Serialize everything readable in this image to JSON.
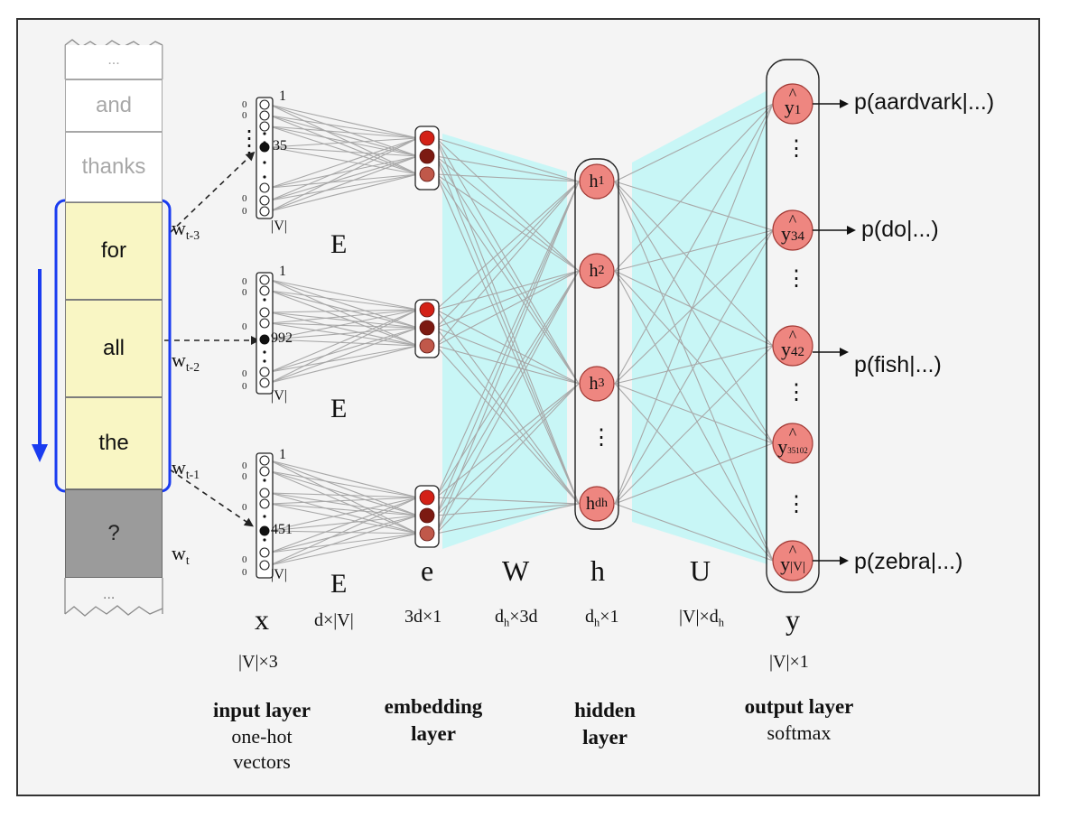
{
  "window_tokens": {
    "above": [
      "...",
      "and",
      "thanks"
    ],
    "context": [
      "for",
      "all",
      "the"
    ],
    "target": "?",
    "below": "..."
  },
  "positions": [
    {
      "base": "w",
      "sub": "t-3"
    },
    {
      "base": "w",
      "sub": "t-2"
    },
    {
      "base": "w",
      "sub": "t-1"
    },
    {
      "base": "w",
      "sub": "t"
    }
  ],
  "one_hot": [
    {
      "top_index": "1",
      "hot_index": "35",
      "size": "|V|",
      "matrix": "E"
    },
    {
      "top_index": "1",
      "hot_index": "992",
      "size": "|V|",
      "matrix": "E"
    },
    {
      "top_index": "1",
      "hot_index": "451",
      "size": "|V|",
      "matrix": "E"
    }
  ],
  "zero_digit": "0",
  "hidden_units": [
    {
      "base": "h",
      "sub": "1"
    },
    {
      "base": "h",
      "sub": "2"
    },
    {
      "base": "h",
      "sub": "3"
    },
    {
      "base": "h",
      "sub": "dh"
    }
  ],
  "vertical_dots": "⋮",
  "outputs": [
    {
      "base": "y",
      "hat": "^",
      "sub": "1",
      "prob": "p(aardvark|...)"
    },
    {
      "base": "y",
      "hat": "^",
      "sub": "34",
      "prob": "p(do|...)"
    },
    {
      "base": "y",
      "hat": "^",
      "sub": "42",
      "prob": "p(fish|...)"
    },
    {
      "base": "y",
      "hat": "^",
      "sub": "35102",
      "prob": ""
    },
    {
      "base": "y",
      "hat": "^",
      "sub": "|V|",
      "prob": "p(zebra|...)"
    }
  ],
  "symbols": {
    "x": "x",
    "e": "e",
    "W": "W",
    "h": "h",
    "U": "U",
    "y": "y"
  },
  "dims": {
    "x": "|V|×3",
    "E": "d×|V|",
    "e": "3d×1",
    "W_base": "d",
    "W_sub": "h",
    "W_rest": "×3d",
    "h_base": "d",
    "h_sub": "h",
    "h_rest": "×1",
    "U_main": "|V|×d",
    "U_sub": "h",
    "y": "|V|×1"
  },
  "captions": {
    "input": {
      "bold": "input layer",
      "lines": [
        "one-hot",
        "vectors"
      ]
    },
    "embedding": {
      "bold": "embedding",
      "bold2": "layer"
    },
    "hidden": {
      "bold": "hidden",
      "bold2": "layer"
    },
    "output": {
      "bold": "output layer",
      "lines": [
        "softmax"
      ]
    }
  },
  "colors": {
    "highlight_border": "#1a3cf0",
    "word_fill": "#f9f6c4",
    "target_fill": "#9b9b9b",
    "node_fill": "#ee8680",
    "node_stroke": "#a23a35",
    "embed_colors": [
      "#d32117",
      "#7c1a12",
      "#c0584a"
    ],
    "projection_fill": "#c8f6f6",
    "edge_color": "#a8a8a8"
  }
}
